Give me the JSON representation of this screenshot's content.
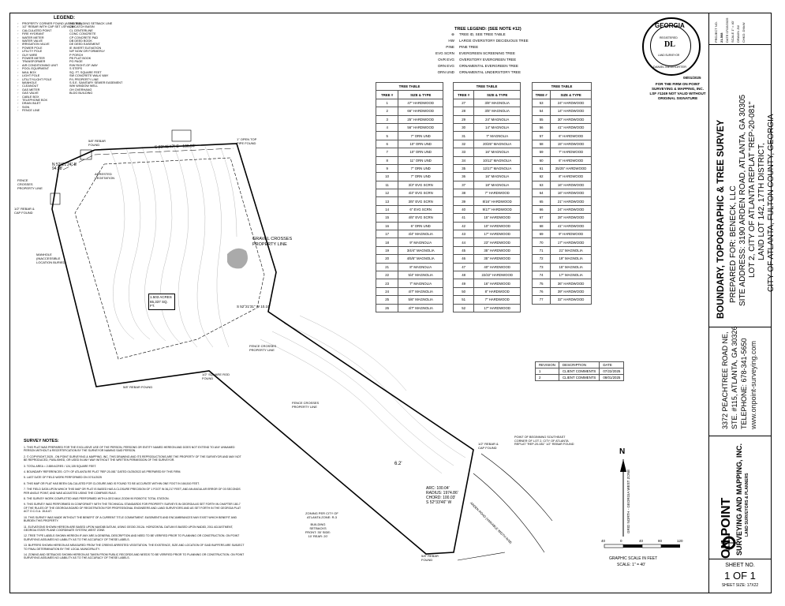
{
  "legend": {
    "title": "LEGEND:",
    "symbols": [
      "PROPERTY CORNER FOUND (AS NOTED)",
      "1/2\" REBAR WITH CAP SET LSF#1249",
      "CALCULATED POINT",
      "FIRE HYDRANT",
      "WATER METER",
      "WATER VALVE",
      "IRRIGATION VALVE",
      "POWER POLE",
      "UTILITY POLE",
      "GUY WIRE",
      "POWER METER",
      "TRANSFORMER",
      "AIR CONDITIONING UNIT",
      "POOL EQUIPMENT",
      "MAIL BOX",
      "LIGHT POLE",
      "UTILITY/LIGHT POLE",
      "MANHOLE",
      "CLEANOUT",
      "GAS METER",
      "GAS VALVE",
      "CABLE BOX",
      "TELEPHONE BOX",
      "DRAIN INLET",
      "SIGN",
      "FENCE LINE"
    ],
    "abbrev": [
      "BSL BUILDING SETBACK LINE",
      "CB CATCH BASIN",
      "CL CENTERLINE",
      "CONC CONCRETE",
      "CP CONCRETE PAD",
      "DB DEED BOOK",
      "DE DEED EASEMENT",
      "IE INVERT ELEVATION",
      "N/F NOW OR FORMERLY",
      "P PORCH",
      "PB PLAT BOOK",
      "PG PAGE",
      "R/W RIGHT-OF-WAY",
      "S STEPS",
      "SQ. FT. SQUARE FEET",
      "SW CONCRETE WALK WAY",
      "P/L PROPERTY LINE",
      "S.S.E. SANITARY SEWER EASEMENT",
      "WW WINDOW WELL",
      "OH OVERHANG",
      "BLDG BUILDING"
    ]
  },
  "tree_legend": {
    "title": "TREE LEGEND: (SEE NOTE #12)",
    "rows": [
      {
        "code": "",
        "desc": "TREE ID, SEE TREE TABLE"
      },
      {
        "code": "HW",
        "desc": "LARGE OVERSTORY DECIDUOUS TREE"
      },
      {
        "code": "PINE",
        "desc": "PINE TREE"
      },
      {
        "code": "EVG SCRN",
        "desc": "EVERGREEN SCREENING TREE"
      },
      {
        "code": "OVR EVG",
        "desc": "OVERSTORY EVERGREEN TREE"
      },
      {
        "code": "ORN EVG",
        "desc": "ORNAMENTAL EVERGREEN TREE"
      },
      {
        "code": "ORN UND",
        "desc": "ORNAMENTAL UNDERSTORY TREE"
      }
    ]
  },
  "tree_tables": {
    "title": "TREE TABLE",
    "col_tree": "TREE #",
    "col_size": "SIZE & TYPE",
    "table1": [
      [
        "1",
        "47\" HARDWOOD"
      ],
      [
        "2",
        "66\" HARDWOOD"
      ],
      [
        "3",
        "25\" HARDWOOD"
      ],
      [
        "4",
        "56\" HARDWOOD"
      ],
      [
        "5",
        "7\" ORN UND"
      ],
      [
        "6",
        "10\" ORN UND"
      ],
      [
        "7",
        "10\" ORN UND"
      ],
      [
        "8",
        "11\" ORN UND"
      ],
      [
        "9",
        "7\" ORN UND"
      ],
      [
        "10",
        "7\" ORN UND"
      ],
      [
        "11",
        "3/3\" EVG SCRN"
      ],
      [
        "12",
        "4/4\" EVG SCRN"
      ],
      [
        "13",
        "3/5\" EVG SCRN"
      ],
      [
        "14",
        "6\" EVG SCRN"
      ],
      [
        "15",
        "4/5\" EVG SCRN"
      ],
      [
        "16",
        "6\" ORN UND"
      ],
      [
        "17",
        "4/4\" MAGNOLIA"
      ],
      [
        "18",
        "9\" MAGNOLIA"
      ],
      [
        "19",
        "3/4/4\" MAGNOLIA"
      ],
      [
        "20",
        "4/5/5\" MAGNOLIA"
      ],
      [
        "21",
        "8\" MAGNOLIA"
      ],
      [
        "22",
        "5/4\" MAGNOLIA"
      ],
      [
        "23",
        "7\" MAGNOLIA"
      ],
      [
        "24",
        "4/7\" MAGNOLIA"
      ],
      [
        "25",
        "5/6\" MAGNOLIA"
      ],
      [
        "26",
        "4/7\" MAGNOLIA"
      ]
    ],
    "table2": [
      [
        "27",
        "3/6\" MAGNOLIA"
      ],
      [
        "28",
        "3/5\" MAGNOLIA"
      ],
      [
        "29",
        "24\" MAGNOLIA"
      ],
      [
        "30",
        "14\" MAGNOLIA"
      ],
      [
        "31",
        "7\" MAGNOLIA"
      ],
      [
        "32",
        "20/25\" MAGNOLIA"
      ],
      [
        "33",
        "16\" MAGNOLIA"
      ],
      [
        "34",
        "10/12\" MAGNOLIA"
      ],
      [
        "35",
        "12/17\" MAGNOLIA"
      ],
      [
        "36",
        "16\" MAGNOLIA"
      ],
      [
        "37",
        "18\" MAGNOLIA"
      ],
      [
        "38",
        "7\" HARDWOOD"
      ],
      [
        "39",
        "8/16\" HARDWOOD"
      ],
      [
        "40",
        "9/17\" HARDWOOD"
      ],
      [
        "41",
        "15\" HARDWOOD"
      ],
      [
        "42",
        "10\" HARDWOOD"
      ],
      [
        "43",
        "17\" HARDWOOD"
      ],
      [
        "44",
        "23\" HARDWOOD"
      ],
      [
        "45",
        "35\" HARDWOOD"
      ],
      [
        "46",
        "35\" HARDWOOD"
      ],
      [
        "47",
        "40\" HARDWOOD"
      ],
      [
        "48",
        "22/22\" HARDWOOD"
      ],
      [
        "49",
        "16\" HARDWOOD"
      ],
      [
        "50",
        "8\" HARDWOOD"
      ],
      [
        "51",
        "7\" HARDWOOD"
      ],
      [
        "52",
        "17\" HARDWOOD"
      ]
    ],
    "table3": [
      [
        "53",
        "24\" HARDWOOD"
      ],
      [
        "54",
        "14\" HARDWOOD"
      ],
      [
        "55",
        "30\" HARDWOOD"
      ],
      [
        "56",
        "41\" HARDWOOD"
      ],
      [
        "57",
        "6\" HARDWOOD"
      ],
      [
        "58",
        "15\" HARDWOOD"
      ],
      [
        "59",
        "7\" HARDWOOD"
      ],
      [
        "60",
        "6\" HARDWOOD"
      ],
      [
        "61",
        "25/25\" HARDWOOD"
      ],
      [
        "62",
        "8\" HARDWOOD"
      ],
      [
        "63",
        "16\" HARDWOOD"
      ],
      [
        "64",
        "16\" HARDWOOD"
      ],
      [
        "65",
        "21\" HARDWOOD"
      ],
      [
        "66",
        "24\" HARDWOOD"
      ],
      [
        "67",
        "28\" HARDWOOD"
      ],
      [
        "68",
        "41\" HARDWOOD"
      ],
      [
        "69",
        "9\" HARDWOOD"
      ],
      [
        "70",
        "17\" HARDWOOD"
      ],
      [
        "71",
        "21\" MAGNOLIA"
      ],
      [
        "72",
        "19\" MAGNOLIA"
      ],
      [
        "73",
        "15\" MAGNOLIA"
      ],
      [
        "74",
        "17\" MAGNOLIA"
      ],
      [
        "75",
        "36\" HARDWOOD"
      ],
      [
        "76",
        "39\" HARDWOOD"
      ],
      [
        "77",
        "32\" HARDWOOD"
      ]
    ]
  },
  "seal": {
    "state": "GEORGIA",
    "text1": "REGISTERED",
    "text2": "LAND SURVEYOR",
    "name": "DANIEL MEWHORTER",
    "date": "08/01/2025",
    "note": "FOR THE FIRM ON POINT SURVEYING & MAPPING, INC. LSF #1249 NOT VALID WITHOUT ORIGINAL SIGNATURE"
  },
  "project": {
    "project_no_label": "PROJECT NO.",
    "project_no": "21-508",
    "date_label": "DATE",
    "date": "07/15/2025",
    "scale_label": "SCALE",
    "scale": "1\" = 40'",
    "drawn_label": "DRAWN",
    "drawn": "JW",
    "checked_label": "CHKD. DMcW"
  },
  "title": {
    "line1": "BOUNDARY, TOPOGRAPHIC & TREE SURVEY",
    "line2": "PREPARED FOR: BENECK, LLC",
    "line3": "SITE ADDRESS: 3190 ARDEN ROAD, ATLANTA, GA 30305",
    "line4": "LOT 2, CITY OF ATLANTA REPLAT \"REP-20-081\"",
    "line5": "LAND LOT 142, 17TH DISTRICT,",
    "line6": "CITY OF ATLANTA, FULTON COUNTY, GEORGIA"
  },
  "firm": {
    "address1": "3372 PEACHTREE ROAD NE,",
    "address2": "STE. #115, ATLANTA, GA 30326",
    "phone": "TELEPHONE: 678-341-5650",
    "web": "www.onpoint-surveying.com",
    "logo_line1": "ON POINT",
    "logo_line2": "SURVEYING AND MAPPING, INC.",
    "logo_line3": "LAND SURVEYORS & PLANNERS"
  },
  "revisions": {
    "headers": [
      "REVISION",
      "DESCRIPTION",
      "DATE"
    ],
    "rows": [
      [
        "1",
        "CLIENT COMMENTS",
        "07/22/2025"
      ],
      [
        "2",
        "CLIENT COMMENTS",
        "08/01/2025"
      ]
    ]
  },
  "sheet": {
    "label": "SHEET NO.",
    "number": "1 OF 1",
    "size": "SHEET SIZE: 17X22"
  },
  "plan": {
    "gravel_label": "GRAVEL CROSSES PROPERTY LINE",
    "area_label": "1.503 ACRES 65,337 SQ. FT.",
    "bearing_top": "S 83°45'47\" E - 136.96'",
    "bearing_left": "N 52°21'24\" E 94.58'",
    "bearing_right": "S 52°21'31\" W 10.10'",
    "rebar_found": "5/8\" REBAR FOUND",
    "open_top_pipe": "1\" OPEN TOP PIPE FOUND",
    "fence_crosses": "FENCE CROSSES PROPERTY LINE",
    "manhole": "MANHOLE (INACCESSIBLE LOCATION BURIED)",
    "arrested_veg": "ARRESTED VEGETATION",
    "pob": "POINT OF BEGINNING SOUTHEAST CORNER OF LOT 2, CITY OF ATLANTA REPLAT \"REP-20-081\" 1/2\" REBAR FOUND",
    "arc": "ARC: 100.04'",
    "radius": "RADIUS: 1974.86'",
    "chord": "CHORD: 100.03'",
    "chord_bearing": "S 52°33'46\" W",
    "zoning": "ZONING PER CITY OF ATLANTA ZONE: R-3",
    "setbacks": "BUILDING SETBACKS FRONT: 35' SIDE: 10' REAR: 20'",
    "road": "ARDEN ROAD (VARIABLE WIDTH R/W)",
    "square_rod": "1/2\" SQUARE ROD FOUND",
    "rebar_cap": "1/2\" REBAR & CAP FOUND",
    "dim": "6.2'"
  },
  "north": {
    "letter": "N",
    "text": "GRID NORTH - GEORGIA WEST ZONE"
  },
  "scale_bar": {
    "ticks": [
      "40",
      "0",
      "40",
      "80",
      "120"
    ],
    "title": "GRAPHIC SCALE IN FEET",
    "scale": "SCALE: 1\" = 40'"
  },
  "notes": {
    "heading": "SURVEY NOTES:",
    "items": [
      "1. THIS PLAT WAS PREPARED FOR THE EXCLUSIVE USE OF THE PERSON, PERSONS OR ENTITY NAMED HEREON AND DOES NOT EXTEND TO ANY UNNAMED PERSON WITHOUT A RECERTIFICATION BY THE SURVEYOR NAMING SAID PERSON.",
      "2. © COPYRIGHT 2025 - ON POINT SURVEYING & MAPPING, INC. THIS DRAWING AND ITS REPRODUCTIONS ARE THE PROPERTY OF THE SURVEYOR AND MAY NOT BE REPRODUCED, PUBLISHED, OR USED IN ANY WAY WITHOUT THE WRITTEN PERMISSION OF THE SURVEYOR.",
      "3. TOTAL AREA = 2.889 ACRES / 124,135 SQUARE FEET.",
      "4. BOUNDARY REFERENCES: CITY OF ATLANTA RE PLAT \"REP-20-081\" DATED 01/25/2022 AS PREPARED BY THIS FIRM.",
      "5. LAST DATE OF FIELD WORK PERFORMED ON 07/11/2025",
      "6. THIS MAP OR PLAT HAS BEEN CALCULATED FOR CLOSURE AND IS FOUND TO BE ACCURATE WITHIN ONE FOOT IN 166,510 FEET.",
      "7. THE FIELD DATA UPON WHICH THIS MAP OR PLAT IS BASED HAS A CLOSURE PRECISION OF 1 FOOT IN 36,217 FEET, AND AN ANGULAR ERROR OF 03 SECONDS PER ANGLE POINT, AND WAS ADJUSTED USING THE COMPASS RULE.",
      "8. THE SURVEY WORK COMPLETED WAS PERFORMED WITH A GEO MAX ZOOM 90 ROBOTIC TOTAL STATION.",
      "9. THIS SURVEY WAS PERFORMED IN CONFORMITY WITH THE TECHNICAL STANDARDS FOR PROPERTY SURVEYS IN GEORGIA AS SET FORTH IN CHAPTER 180-7 OF THE RULES OF THE GEORGIA BOARD OF REGISTRATION FOR PROFESSIONAL ENGINEERS AND LAND SURVEYORS AND AS SET FORTH IN THE GEORGIA PLAT ACT O.C.G.A. 15-6-67.",
      "10. THIS SURVEY WAS MADE WITHOUT THE BENEFIT OF A CURRENT TITLE COMMITMENT. EASEMENTS AND ENCUMBRANCES MAY EXIST WHICH BENEFIT AND BURDEN THIS PROPERTY.",
      "11. ELEVATIONS SHOWN HEREON ARE BASED UPON NAVD88 DATUM, USING GEOID 2012A. HORIZONTAL DATUM IS BASED UPON NAD83, 2011 ADJUSTMENT, GEORGIA STATE PLANE COORDINATE SYSTEM, WEST ZONE.",
      "12. TREE TYPE LABELS SHOWN HEREON IF ANY ARE A GENERAL DESCRIPTION AND NEED TO BE VERIFIED PRIOR TO PLANNING OR CONSTRUCTION. ON POINT SURVEYING ASSUMES NO LIABILITY AS TO THE ACCURACY OF THESE LABELS.",
      "13. BUFFERS SHOWN HEREON AS MEASURED FROM THE CREEKS ARRESTED VEGETATION. THE EXISTENCE, SIZE AND LOCATION OF SAID BUFFERS ARE SUBJECT TO FINAL DETERMINATION BY THE LOCAL MUNICIPALITY.",
      "14. ZONING AND SETBACKS SHOWN HEREON AS TAKEN FROM PUBLIC RECORDS AND NEEDS TO BE VERIFIED PRIOR TO PLANNING OR CONSTRUCTION. ON POINT SURVEYING ASSUMES NO LIABILITY AS TO THE ACCURACY OF THESE LABELS."
    ]
  }
}
